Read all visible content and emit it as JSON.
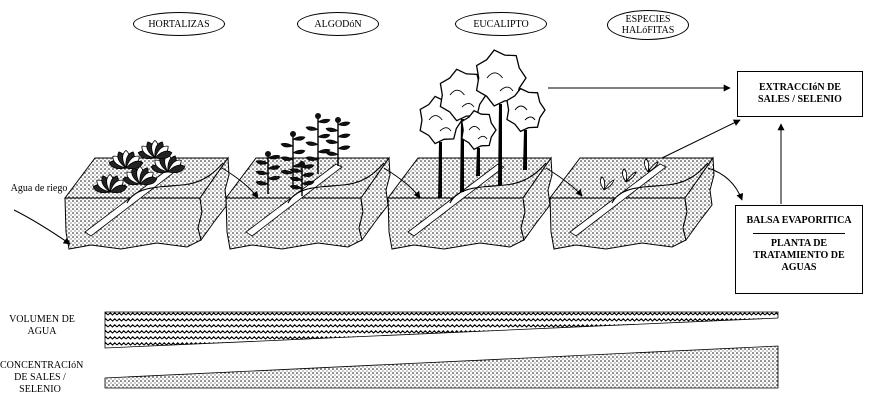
{
  "crops": [
    {
      "label": "HORTALIZAS"
    },
    {
      "label": "ALGODóN"
    },
    {
      "label": "EUCALIPTO"
    },
    {
      "label": "ESPECIES HALóFITAS"
    }
  ],
  "irrigation_label": "Agua de riego",
  "extraction_box": "EXTRACCIóN DE SALES / SELENIO",
  "evaporation_box": {
    "top": "BALSA EVAPORITICA",
    "bottom": "PLANTA DE TRATAMIENTO DE AGUAS"
  },
  "wedges": {
    "water_volume": "VOLUMEN DE AGUA",
    "salt_concentration": "CONCENTRACIóN DE SALES / SELENIO"
  }
}
